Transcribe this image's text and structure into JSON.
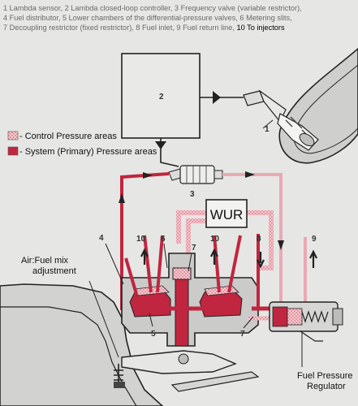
{
  "caption": {
    "line1": "1 Lambda sensor, 2 Lambda closed-loop controller, 3 Frequency valve (variable restrictor),",
    "line2": "4 Fuel distributor, 5 Lower chambers of the differential-pressure valves, 6 Metering slits,",
    "line3": "7 Decoupling restrictor (fixed restrictor), 8 Fuel inlet, 9 Fuel return line,",
    "line3_emph": "10 To injectors"
  },
  "legend": {
    "control": "- Control Pressure areas",
    "system": "- System (Primary) Pressure areas"
  },
  "labels": {
    "wur": "WUR",
    "airfuel_1": "Air:Fuel mix",
    "airfuel_2": "adjustment",
    "fpr_1": "Fuel Pressure",
    "fpr_2": "Regulator"
  },
  "numbers": {
    "n1": "1",
    "n2": "2",
    "n3": "3",
    "n4": "4",
    "n5": "5",
    "n6": "6",
    "n7a": "7",
    "n7b": "7",
    "n8": "8",
    "n9": "9",
    "n10a": "10",
    "n10b": "10"
  },
  "colors": {
    "system_red": "#c0263f",
    "control_pink": "#f0b7bf",
    "line": "#222222"
  }
}
